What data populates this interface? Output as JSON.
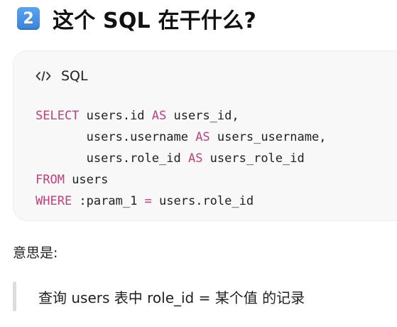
{
  "heading": {
    "badge": "2",
    "title": "这个 SQL 在干什么?"
  },
  "code_block": {
    "icon": "code-icon",
    "language": "SQL",
    "lines": [
      [
        "SELECT",
        " users.id ",
        "AS",
        " users_id,"
      ],
      [
        "      ",
        " users.username ",
        "AS",
        " users_username,"
      ],
      [
        "      ",
        " users.role_id ",
        "AS",
        " users_role_id"
      ],
      [
        "FROM",
        " users"
      ],
      [
        "WHERE",
        " :param_1 ",
        "=",
        " users.role_id"
      ]
    ]
  },
  "explanation": {
    "label": "意思是:",
    "quote": "查询 users 表中 role_id = 某个值 的记录"
  },
  "colors": {
    "keyword": "#c2407a",
    "badge": "#3a82dd",
    "code_bg": "#f8f8f8"
  }
}
